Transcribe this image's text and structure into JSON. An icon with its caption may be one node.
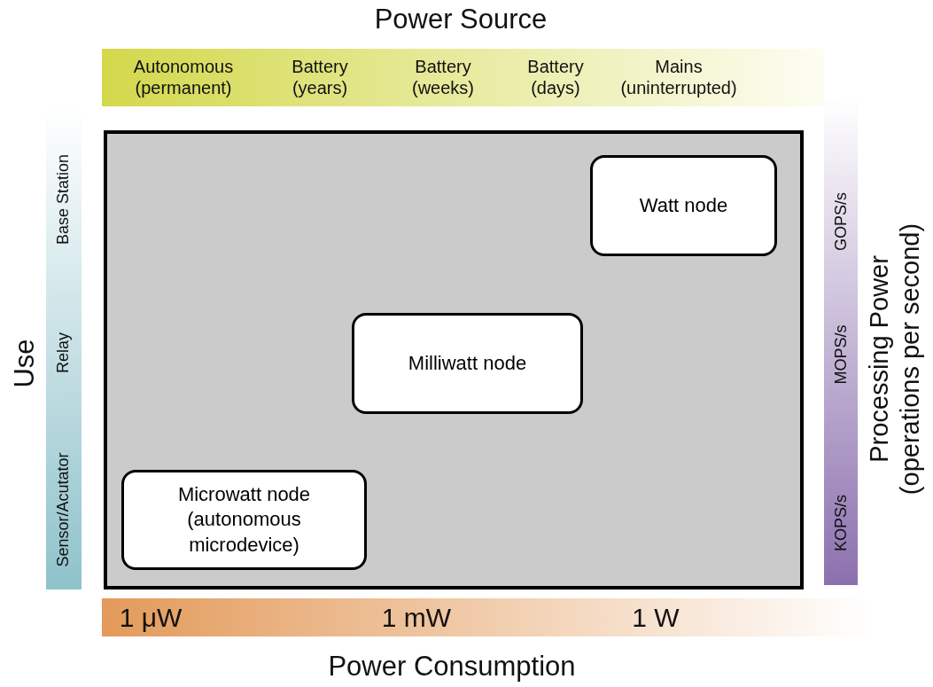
{
  "diagram": {
    "nodes": [
      {
        "text": [],
        "shape": "box"
      },
      {
        "text": [
          "Watt node"
        ],
        "in": 0
      },
      {
        "text": [
          "Milliwatt node"
        ],
        "in": 0
      },
      {
        "text": [
          "Microwatt node (autonomous microdevice)"
        ],
        "in": 0
      }
    ],
    "edges": [],
    "labels": [
      "Power Source",
      "Autonomous (permanent)",
      "Battery (years)",
      "Battery (weeks)",
      "Battery (days)",
      "Mains (uninterrupted)",
      "Base Station",
      "Relay",
      "Sensor/Acutator",
      "Use",
      "GOPS/s",
      "MOPS/s",
      "KOPS/s",
      "Processing Power (operations per second)",
      "1 μW",
      "1 mW",
      "1 W",
      "Power Consumption"
    ]
  }
}
